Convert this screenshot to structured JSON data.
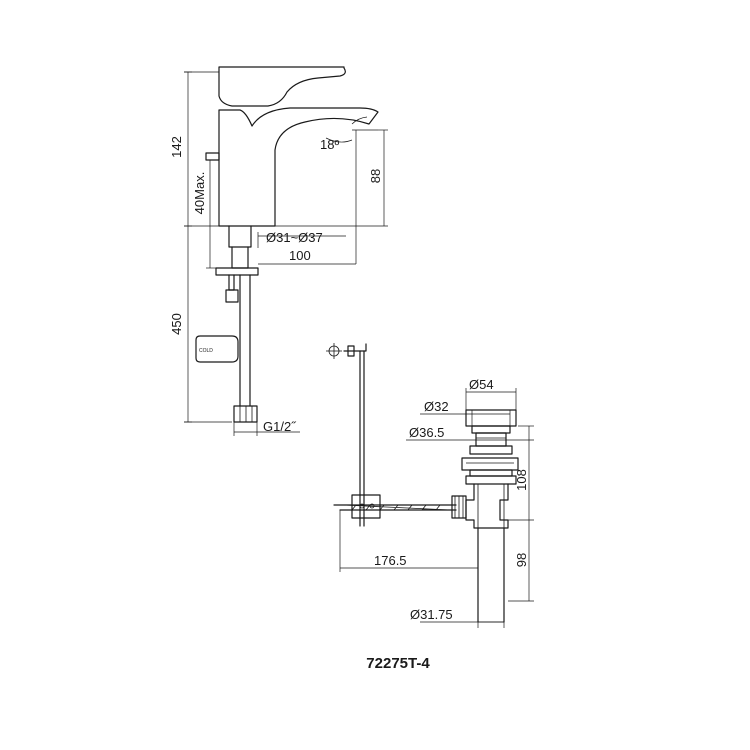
{
  "model_number": "72275T-4",
  "faucet": {
    "dim_total_height": "142",
    "dim_deck_thickness": "40Max.",
    "dim_spout_height": "88",
    "dim_angle": "18º",
    "dim_hole_diameter": "Ø31~Ø37",
    "dim_spout_reach": "100",
    "dim_hose_length": "450",
    "dim_thread": "G1/2˝",
    "clip_label": "COLD"
  },
  "drain": {
    "dim_cap_diameter": "Ø54",
    "dim_inner_diameter": "Ø32",
    "dim_flange_diameter": "Ø36.5",
    "dim_body_height": "108",
    "dim_rod_reach": "176.5",
    "dim_tail_height": "98",
    "dim_tail_diameter": "Ø31.75"
  },
  "colors": {
    "line": "#1a1a1a",
    "background": "#ffffff"
  }
}
